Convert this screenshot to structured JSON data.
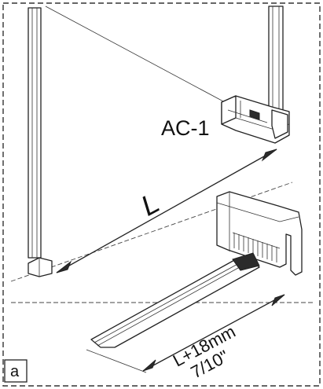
{
  "labels": {
    "part_code": "AC-1",
    "length_symbol": "L",
    "cut_length": "L+18mm",
    "cut_length_imperial": "7/10\"",
    "panel_letter": "a"
  }
}
